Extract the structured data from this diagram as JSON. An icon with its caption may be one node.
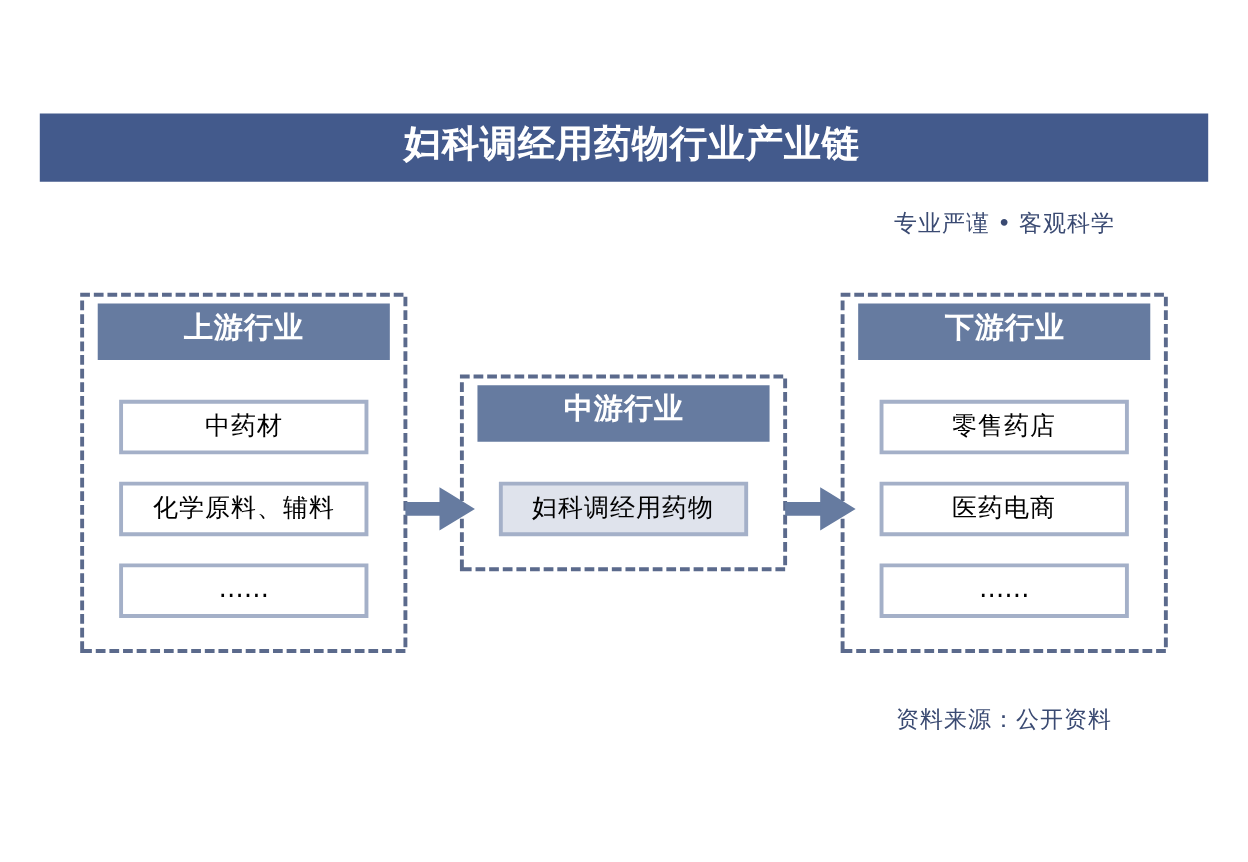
{
  "diagram": {
    "title": "妇科调经用药物行业产业链",
    "nodes": [
      {
        "text": [
          "上游行业"
        ]
      },
      {
        "text": [
          "中药材"
        ],
        "in": 0
      },
      {
        "text": [
          "化学原料、辅料"
        ],
        "in": 0
      },
      {
        "text": [
          "……"
        ],
        "in": 0
      },
      {
        "text": [
          "中游行业"
        ]
      },
      {
        "text": [
          "妇科调经用药物"
        ],
        "in": 4
      },
      {
        "text": [
          "下游行业"
        ]
      },
      {
        "text": [
          "零售药店"
        ],
        "in": 6
      },
      {
        "text": [
          "医药电商"
        ],
        "in": 6
      },
      {
        "text": [
          "……"
        ],
        "in": 6
      }
    ],
    "edges": [
      {
        "from": 0,
        "to": 4,
        "arrow": "to"
      },
      {
        "from": 4,
        "to": 6,
        "arrow": "to"
      }
    ],
    "labels": [
      "专业严谨 • 客观科学",
      "资料来源：公开资料"
    ]
  }
}
